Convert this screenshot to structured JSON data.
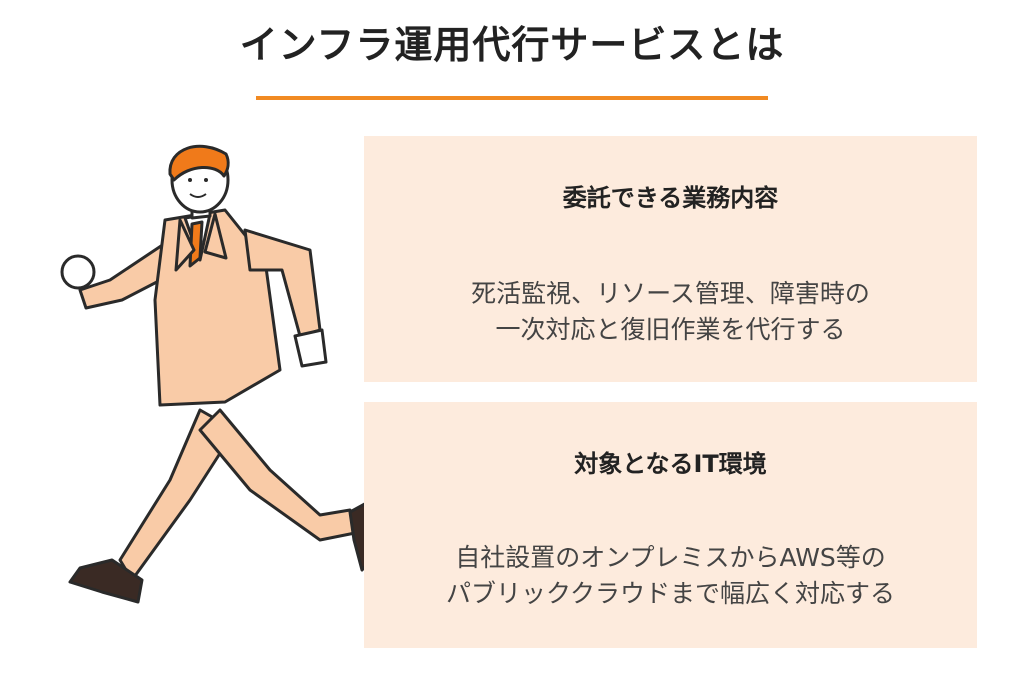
{
  "title": "インフラ運用代行サービスとは",
  "colors": {
    "accent": "#F18A22",
    "card_background": "#FDEBDD",
    "suit": "#F9CBA7",
    "hair": "#F07A1A",
    "shoes": "#3A2A24"
  },
  "illustration": {
    "icon": "running-businessman-icon"
  },
  "cards": [
    {
      "heading": "委託できる業務内容",
      "lines": [
        "死活監視、リソース管理、障害時の",
        "一次対応と復旧作業を代行する"
      ]
    },
    {
      "heading": "対象となるIT環境",
      "lines": [
        "自社設置のオンプレミスからAWS等の",
        "パブリッククラウドまで幅広く対応する"
      ]
    }
  ]
}
